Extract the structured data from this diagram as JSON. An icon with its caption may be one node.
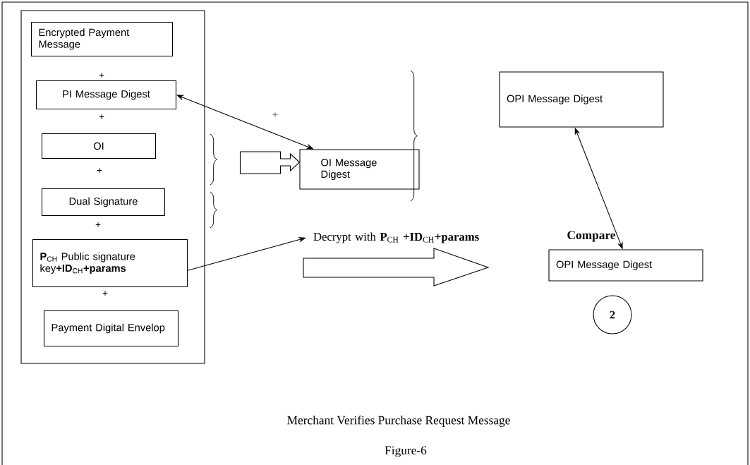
{
  "diagram": {
    "caption": "Merchant Verifies Purchase Request Message",
    "nodes": [
      {
        "text": [],
        "shape": "box"
      },
      {
        "text": [
          "Encrypted Payment Message"
        ],
        "in": 0
      },
      {
        "text": [
          "PI Message Digest"
        ],
        "in": 0
      },
      {
        "text": [
          "OI"
        ],
        "in": 0
      },
      {
        "text": [
          "Dual Signature"
        ],
        "in": 0
      },
      {
        "text": [
          "**P**$_{CH}$ Public signature key**+ID**$_{CH}$**+params**"
        ],
        "in": 0
      },
      {
        "text": [
          "Payment Digital Envelop"
        ],
        "in": 0
      },
      {
        "text": [
          "OI Message Digest"
        ]
      },
      {
        "text": [
          "OPI Message Digest"
        ]
      },
      {
        "text": [
          "OPI Message Digest"
        ]
      },
      {
        "text": [
          "2"
        ]
      },
      {
        "text": [
          "Decrypt with **P**$_{CH}$ **+ID**$_{CH}$**+params**"
        ]
      }
    ],
    "edges": [
      {
        "from": 2,
        "to": 7,
        "arrow": "both",
        "label": "+"
      },
      {
        "from": 5,
        "to": 11,
        "arrow": "to"
      },
      {
        "from": 8,
        "to": 9,
        "arrow": "both"
      },
      {
        "from": null,
        "to": 7,
        "arrow": "to",
        "style": "thick"
      }
    ],
    "labels": [
      "+",
      "+",
      "+",
      "+",
      "+",
      "Compare",
      "Figure-6"
    ]
  }
}
